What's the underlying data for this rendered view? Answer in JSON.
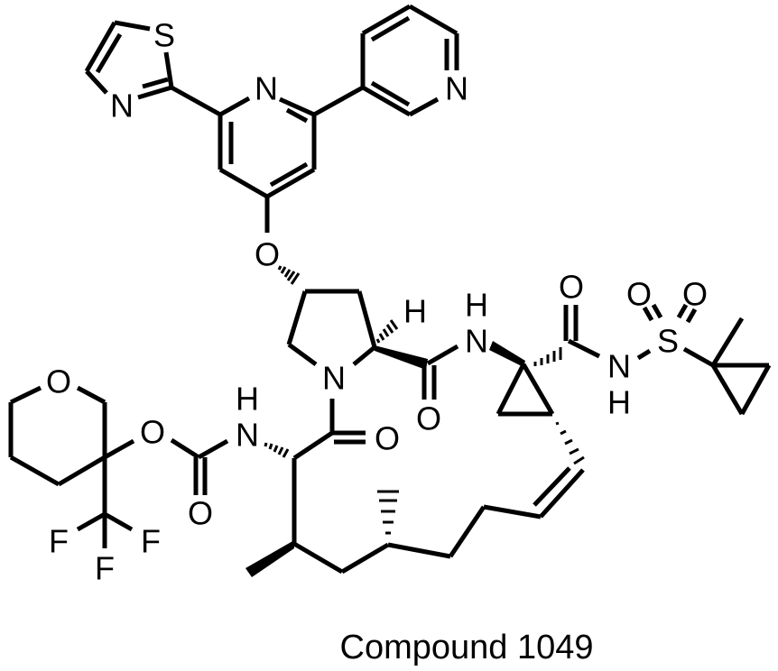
{
  "diagram": {
    "type": "chemical-structure",
    "caption": "Compound 1049",
    "atoms": {
      "thiazole_S": "S",
      "thiazole_N": "N",
      "pyridine_N": "N",
      "pyridyl_N": "N",
      "ether_O": "O",
      "pyrrolidine_N": "N",
      "alpha_H": "H",
      "amide1_N": "N",
      "amide1_H": "H",
      "amide1_O": "O",
      "amide2_O": "O",
      "sulfonamide_N": "N",
      "sulfonamide_H": "H",
      "sulfonyl_S": "S",
      "sulfonyl_O1": "O",
      "sulfonyl_O2": "O",
      "thp_O": "O",
      "carbamate_O": "O",
      "carbamate_carbonyl_O": "O",
      "carbamate_N": "N",
      "carbamate_H": "H",
      "proline_carbonyl_O": "O",
      "F1": "F",
      "F2": "F",
      "F3": "F"
    }
  }
}
